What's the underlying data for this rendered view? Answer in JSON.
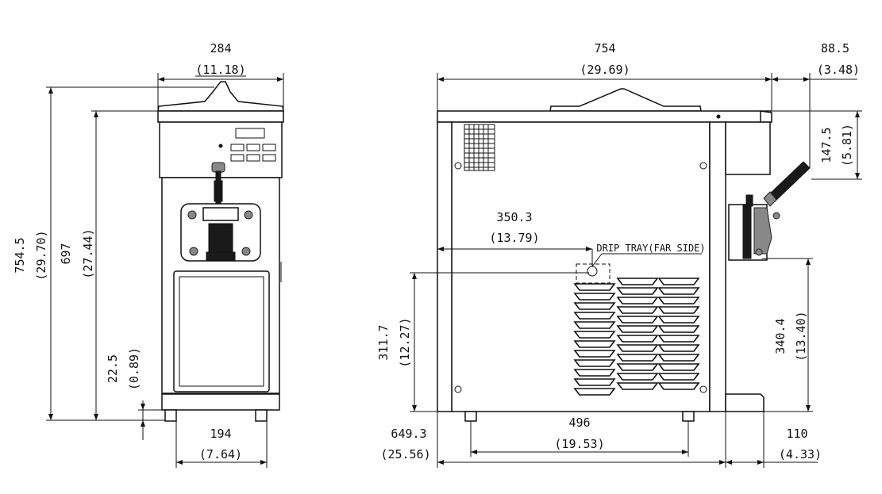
{
  "front_view": {
    "width_mm": "284",
    "width_in": "(11.18)",
    "overall_height_mm": "754.5",
    "overall_height_in": "(29.70)",
    "body_height_mm": "697",
    "body_height_in": "(27.44)",
    "foot_height_mm": "22.5",
    "foot_height_in": "(0.89)",
    "foot_span_mm": "194",
    "foot_span_in": "(7.64)"
  },
  "side_view": {
    "depth_mm": "754",
    "depth_in": "(29.69)",
    "nozzle_proj_mm": "88.5",
    "nozzle_proj_in": "(3.48)",
    "nozzle_drop_mm": "147.5",
    "nozzle_drop_in": "(5.81)",
    "drip_offset_mm": "350.3",
    "drip_offset_in": "(13.79)",
    "drip_tray_label": "DRIP TRAY(FAR SIDE)",
    "drip_height_mm": "311.7",
    "drip_height_in": "(12.27)",
    "nozzle_height_mm": "340.4",
    "nozzle_height_in": "(13.40)",
    "feet_span_mm": "496",
    "feet_span_in": "(19.53)",
    "body_depth_mm": "649.3",
    "body_depth_in": "(25.56)",
    "tray_ext_mm": "110",
    "tray_ext_in": "(4.33)"
  }
}
